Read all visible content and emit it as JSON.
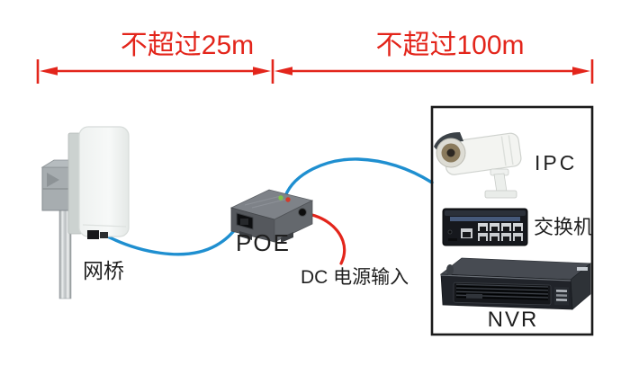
{
  "diagram_type": "network-topology",
  "annotations": {
    "distance_bridge_to_poe": "不超过25m",
    "distance_poe_to_devices": "不超过100m"
  },
  "labels": {
    "bridge": "网桥",
    "poe": "POE",
    "dc_power": "DC 电源输入",
    "ipc": "IPC",
    "switch": "交换机",
    "nvr": "NVR"
  },
  "colors": {
    "annotation_red": "#e3251b",
    "cable_blue": "#1f8fd0",
    "cable_red": "#e3251b",
    "label_text": "#1f1f1f",
    "device_box_border": "#1a1a1a",
    "poe_box_top": "#7e8288",
    "poe_box_front": "#55585d",
    "poe_box_side": "#64686d"
  }
}
